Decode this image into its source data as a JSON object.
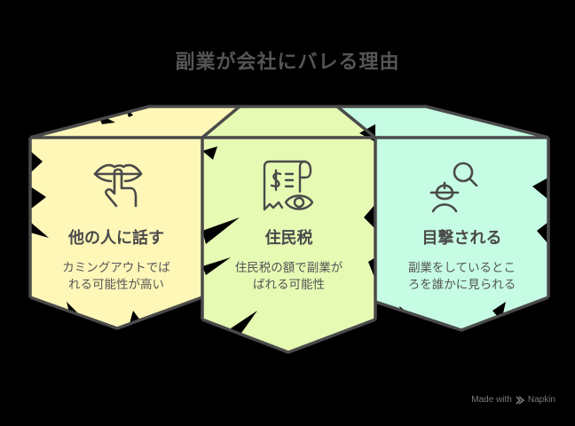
{
  "title": "副業が会社にバレる理由",
  "cards": [
    {
      "heading": "他の人に話す",
      "desc_line1": "カミングアウトでば",
      "desc_line2": "れる可能性が高い",
      "icon": "shush-lips-icon",
      "color": "#fff7b8"
    },
    {
      "heading": "住民税",
      "desc_line1": "住民税の額で副業が",
      "desc_line2": "ばれる可能性",
      "icon": "receipt-eye-icon",
      "color": "#e6fab4"
    },
    {
      "heading": "目撃される",
      "desc_line1": "副業をしているとこ",
      "desc_line2": "ろを誰かに見られる",
      "icon": "worker-search-icon",
      "color": "#c6fce4"
    }
  ],
  "footer": {
    "made_with": "Made with",
    "brand": "Napkin"
  },
  "colors": {
    "outline": "#4a4a4a",
    "text": "#555555",
    "background": "#000000"
  }
}
